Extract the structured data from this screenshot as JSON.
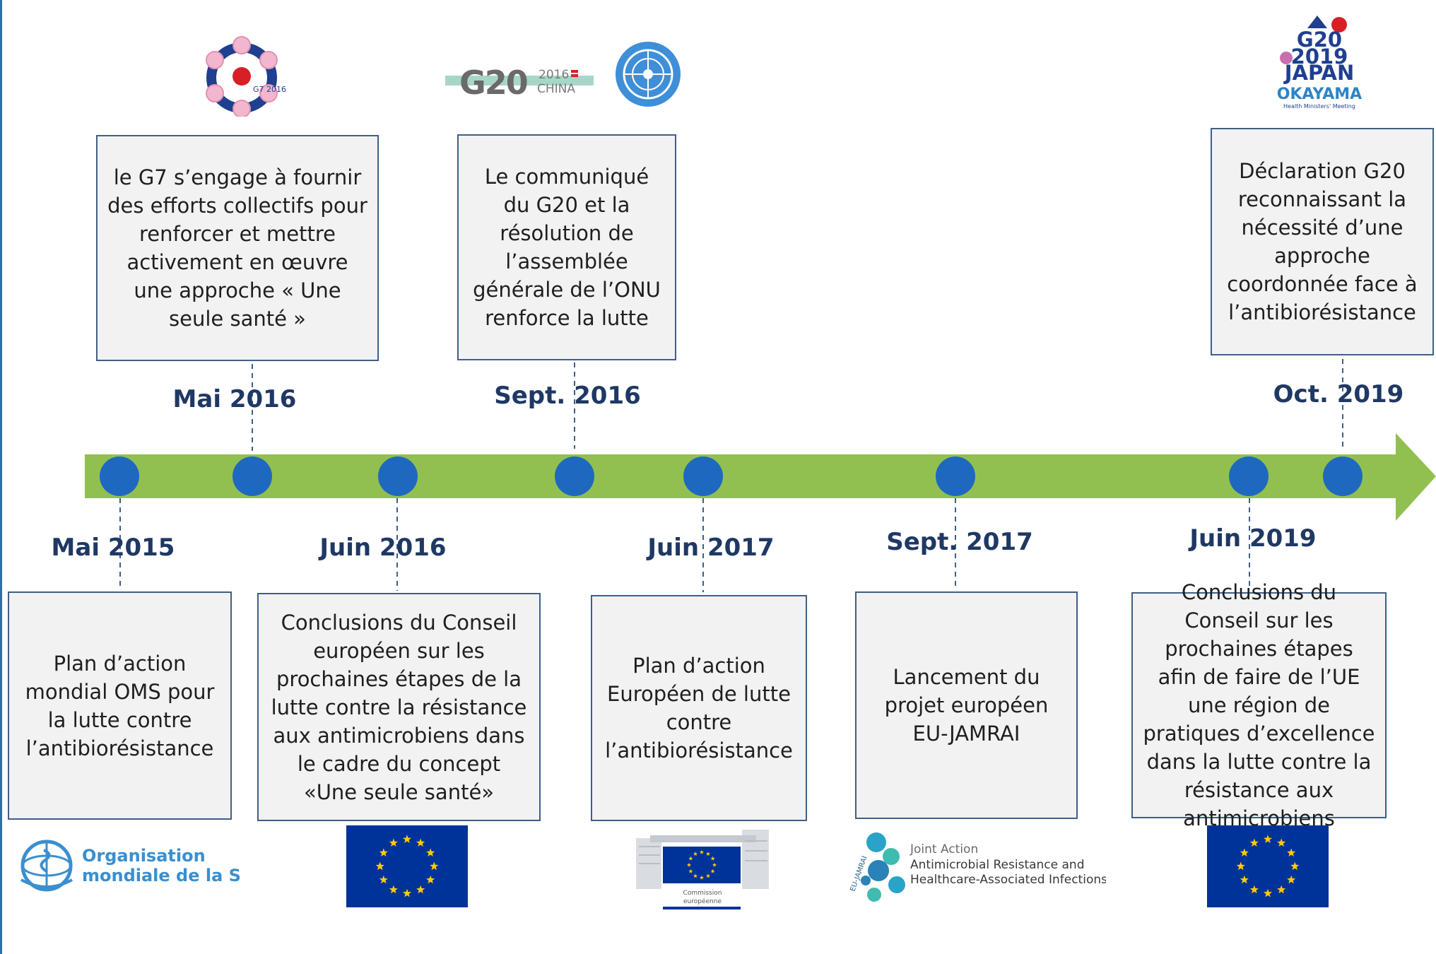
{
  "colors": {
    "arrow": "#92c050",
    "dot": "#1f68c0",
    "label": "#1f3864",
    "box_fill": "#f2f2f2",
    "box_border": "#3f5f86",
    "eu_blue": "#003399",
    "eu_star": "#ffcc00",
    "who_blue": "#3a8fd0"
  },
  "top_events": [
    {
      "date": "Mai 2016",
      "text": "le G7 s’engage à fournir des efforts collectifs pour renforcer et mettre activement en œuvre une approche « Une seule santé »"
    },
    {
      "date": "Sept. 2016",
      "text": "Le communiqué du G20 et la résolution de l’assemblée générale de l’ONU renforce la lutte"
    },
    {
      "date": "Oct. 2019",
      "text": "Déclaration G20 reconnaissant la nécessité d’une approche coordonnée face à l’antibiorésistance"
    }
  ],
  "bottom_events": [
    {
      "date": "Mai 2015",
      "text": "Plan d’action mondial OMS pour la lutte contre l’antibiorésistance"
    },
    {
      "date": "Juin 2016",
      "text": "Conclusions du Conseil européen sur les prochaines étapes de la lutte contre la résistance aux antimicrobiens dans le cadre du concept «Une seule santé»"
    },
    {
      "date": "Juin 2017",
      "text": "Plan d’action Européen de lutte contre l’antibiorésistance"
    },
    {
      "date": "Sept. 2017",
      "text": "Lancement du projet européen EU-JAMRAI"
    },
    {
      "date": "Juin 2019",
      "text": "Conclusions du Conseil sur les prochaines étapes afin de faire de l’UE une région de pratiques d’excellence dans la lutte contre la résistance aux antimicrobiens"
    }
  ],
  "logos": {
    "g7": {
      "name": "g7-ise-shima-logo",
      "text": "G7 2016"
    },
    "g20_china": {
      "name": "g20-china-logo",
      "main": "G20",
      "year": "2016",
      "country": "CHINA"
    },
    "un": {
      "name": "un-emblem-icon"
    },
    "g20_japan": {
      "name": "g20-japan-logo",
      "line1": "G20",
      "line2": "2019",
      "line3": "JAPAN",
      "line4": "OKAYAMA",
      "line5": "Health Ministers' Meeting"
    },
    "who": {
      "name": "who-logo",
      "line1": "Organisation",
      "line2": "mondiale de la Santé"
    },
    "eu_commission": {
      "name": "european-commission-logo",
      "line1": "Commission",
      "line2": "européenne"
    },
    "eu_jamrai": {
      "name": "eu-jamrai-logo",
      "vertical": "EU-JAMRAI",
      "line1": "Joint Action",
      "line2": "Antimicrobial Resistance and",
      "line3": "Healthcare-Associated Infections"
    },
    "eu_flag": {
      "name": "eu-flag-icon"
    }
  }
}
